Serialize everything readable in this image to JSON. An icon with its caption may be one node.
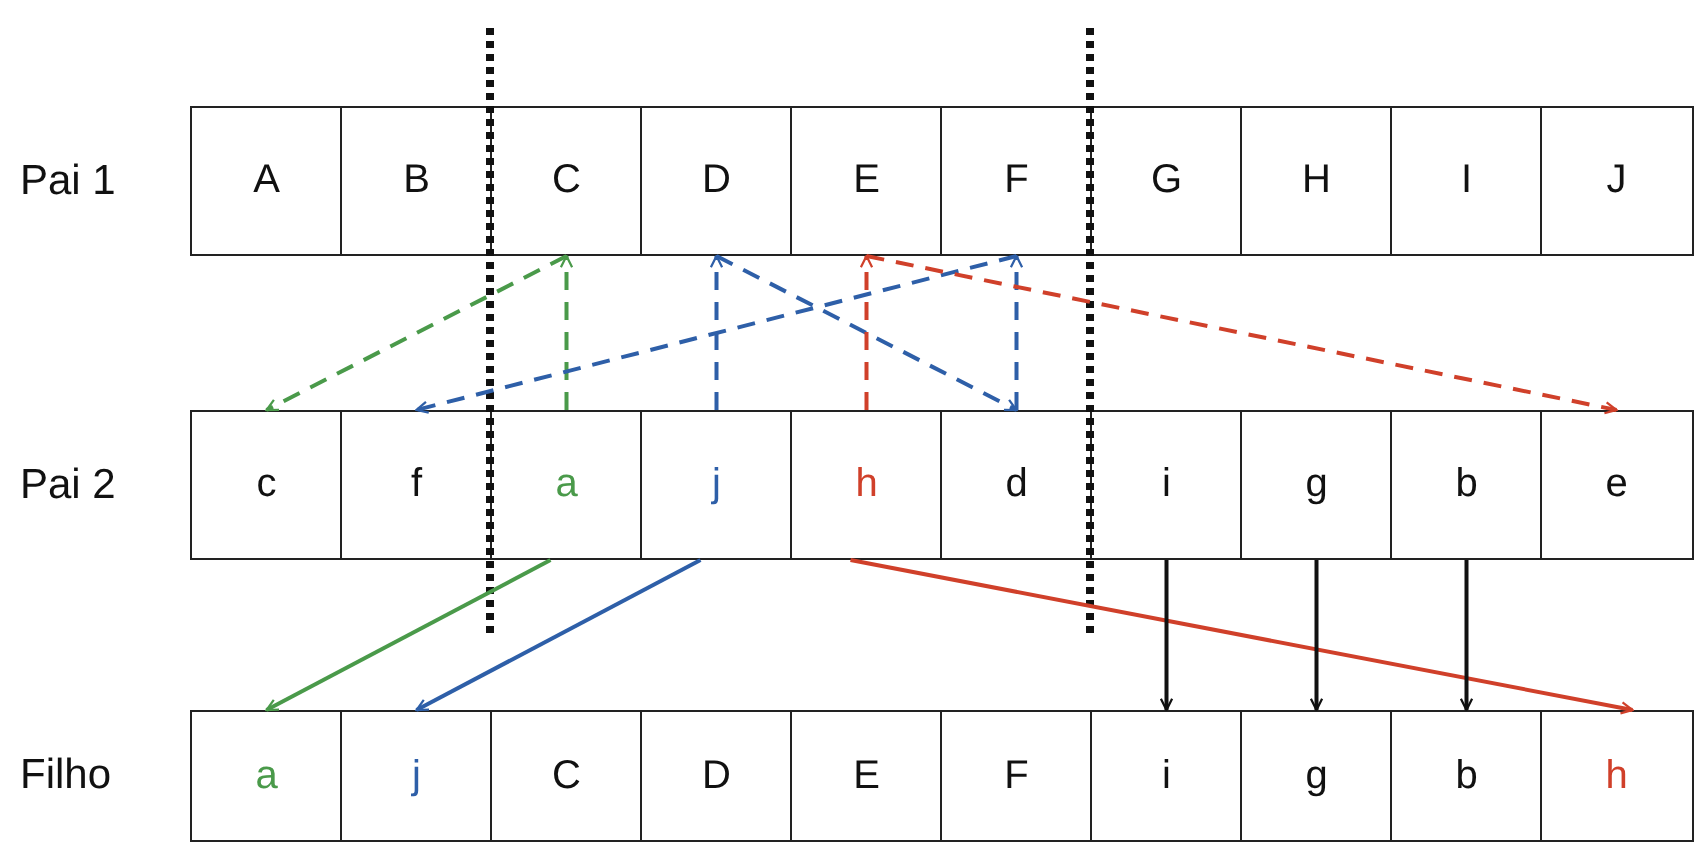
{
  "diagram": {
    "nodes": [
      {
        "text": [
          "A"
        ]
      },
      {
        "text": [
          "B"
        ]
      },
      {
        "text": [
          "C"
        ]
      },
      {
        "text": [
          "D"
        ]
      },
      {
        "text": [
          "E"
        ]
      },
      {
        "text": [
          "F"
        ]
      },
      {
        "text": [
          "G"
        ]
      },
      {
        "text": [
          "H"
        ]
      },
      {
        "text": [
          "I"
        ]
      },
      {
        "text": [
          "J"
        ]
      },
      {
        "text": [
          "c"
        ]
      },
      {
        "text": [
          "f"
        ]
      },
      {
        "text": [
          "a"
        ]
      },
      {
        "text": [
          "j"
        ]
      },
      {
        "text": [
          "h"
        ]
      },
      {
        "text": [
          "d"
        ]
      },
      {
        "text": [
          "i"
        ]
      },
      {
        "text": [
          "g"
        ]
      },
      {
        "text": [
          "b"
        ]
      },
      {
        "text": [
          "e"
        ]
      },
      {
        "text": [
          "a"
        ]
      },
      {
        "text": [
          "j"
        ]
      },
      {
        "text": [
          "C"
        ]
      },
      {
        "text": [
          "D"
        ]
      },
      {
        "text": [
          "E"
        ]
      },
      {
        "text": [
          "F"
        ]
      },
      {
        "text": [
          "i"
        ]
      },
      {
        "text": [
          "g"
        ]
      },
      {
        "text": [
          "b"
        ]
      },
      {
        "text": [
          "h"
        ]
      }
    ],
    "edges": [
      {
        "from": 12,
        "to": 2,
        "arrow": "to",
        "style": "dashed",
        "color": "#4a9a4a"
      },
      {
        "from": 2,
        "to": 10,
        "arrow": "to",
        "style": "dashed",
        "color": "#4a9a4a"
      },
      {
        "from": 13,
        "to": 3,
        "arrow": "to",
        "style": "dashed",
        "color": "#2e5fa8"
      },
      {
        "from": 3,
        "to": 15,
        "arrow": "to",
        "style": "dashed",
        "color": "#2e5fa8"
      },
      {
        "from": 15,
        "to": 5,
        "arrow": "to",
        "style": "dashed",
        "color": "#2e5fa8"
      },
      {
        "from": 5,
        "to": 11,
        "arrow": "to",
        "style": "dashed",
        "color": "#2e5fa8"
      },
      {
        "from": 14,
        "to": 4,
        "arrow": "to",
        "style": "dashed",
        "color": "#d0402a"
      },
      {
        "from": 4,
        "to": 19,
        "arrow": "to",
        "style": "dashed",
        "color": "#d0402a"
      },
      {
        "from": 12,
        "to": 20,
        "arrow": "to",
        "color": "#4a9a4a"
      },
      {
        "from": 13,
        "to": 21,
        "arrow": "to",
        "color": "#2e5fa8"
      },
      {
        "from": 14,
        "to": 29,
        "arrow": "to",
        "color": "#d0402a"
      },
      {
        "from": 16,
        "to": 26,
        "arrow": "to",
        "color": "#111111"
      },
      {
        "from": 17,
        "to": 27,
        "arrow": "to",
        "color": "#111111"
      },
      {
        "from": 18,
        "to": 28,
        "arrow": "to",
        "color": "#111111"
      }
    ],
    "labels": [
      "Pai 1",
      "Pai 2",
      "Filho"
    ]
  }
}
